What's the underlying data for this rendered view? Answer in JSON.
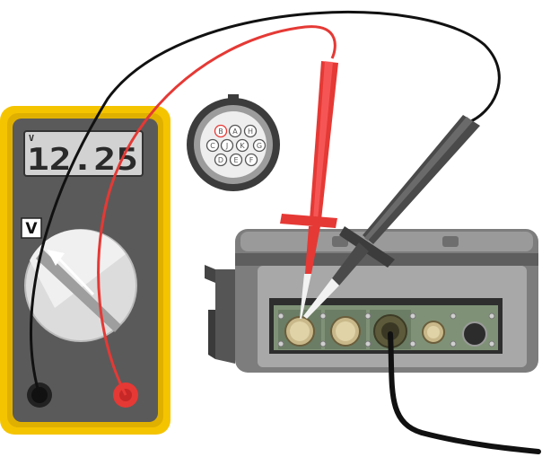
{
  "multimeter": {
    "display_unit": "V",
    "display_value": "12.25",
    "dial_label": "V",
    "body_color": "#f5c400",
    "panel_color": "#5a5a5a"
  },
  "probes": {
    "red_color": "#e53935",
    "black_color": "#4a4a4a"
  },
  "connector_pinout": {
    "pins": [
      {
        "label": "B",
        "highlighted": true
      },
      {
        "label": "A",
        "highlighted": false
      },
      {
        "label": "H",
        "highlighted": false
      },
      {
        "label": "C",
        "highlighted": false
      },
      {
        "label": "J",
        "highlighted": false
      },
      {
        "label": "K",
        "highlighted": false
      },
      {
        "label": "G",
        "highlighted": false
      },
      {
        "label": "D",
        "highlighted": false
      },
      {
        "label": "E",
        "highlighted": false
      },
      {
        "label": "F",
        "highlighted": false
      }
    ],
    "highlight_color": "#e53935"
  },
  "module": {
    "housing_color": "#8a8a8a"
  }
}
